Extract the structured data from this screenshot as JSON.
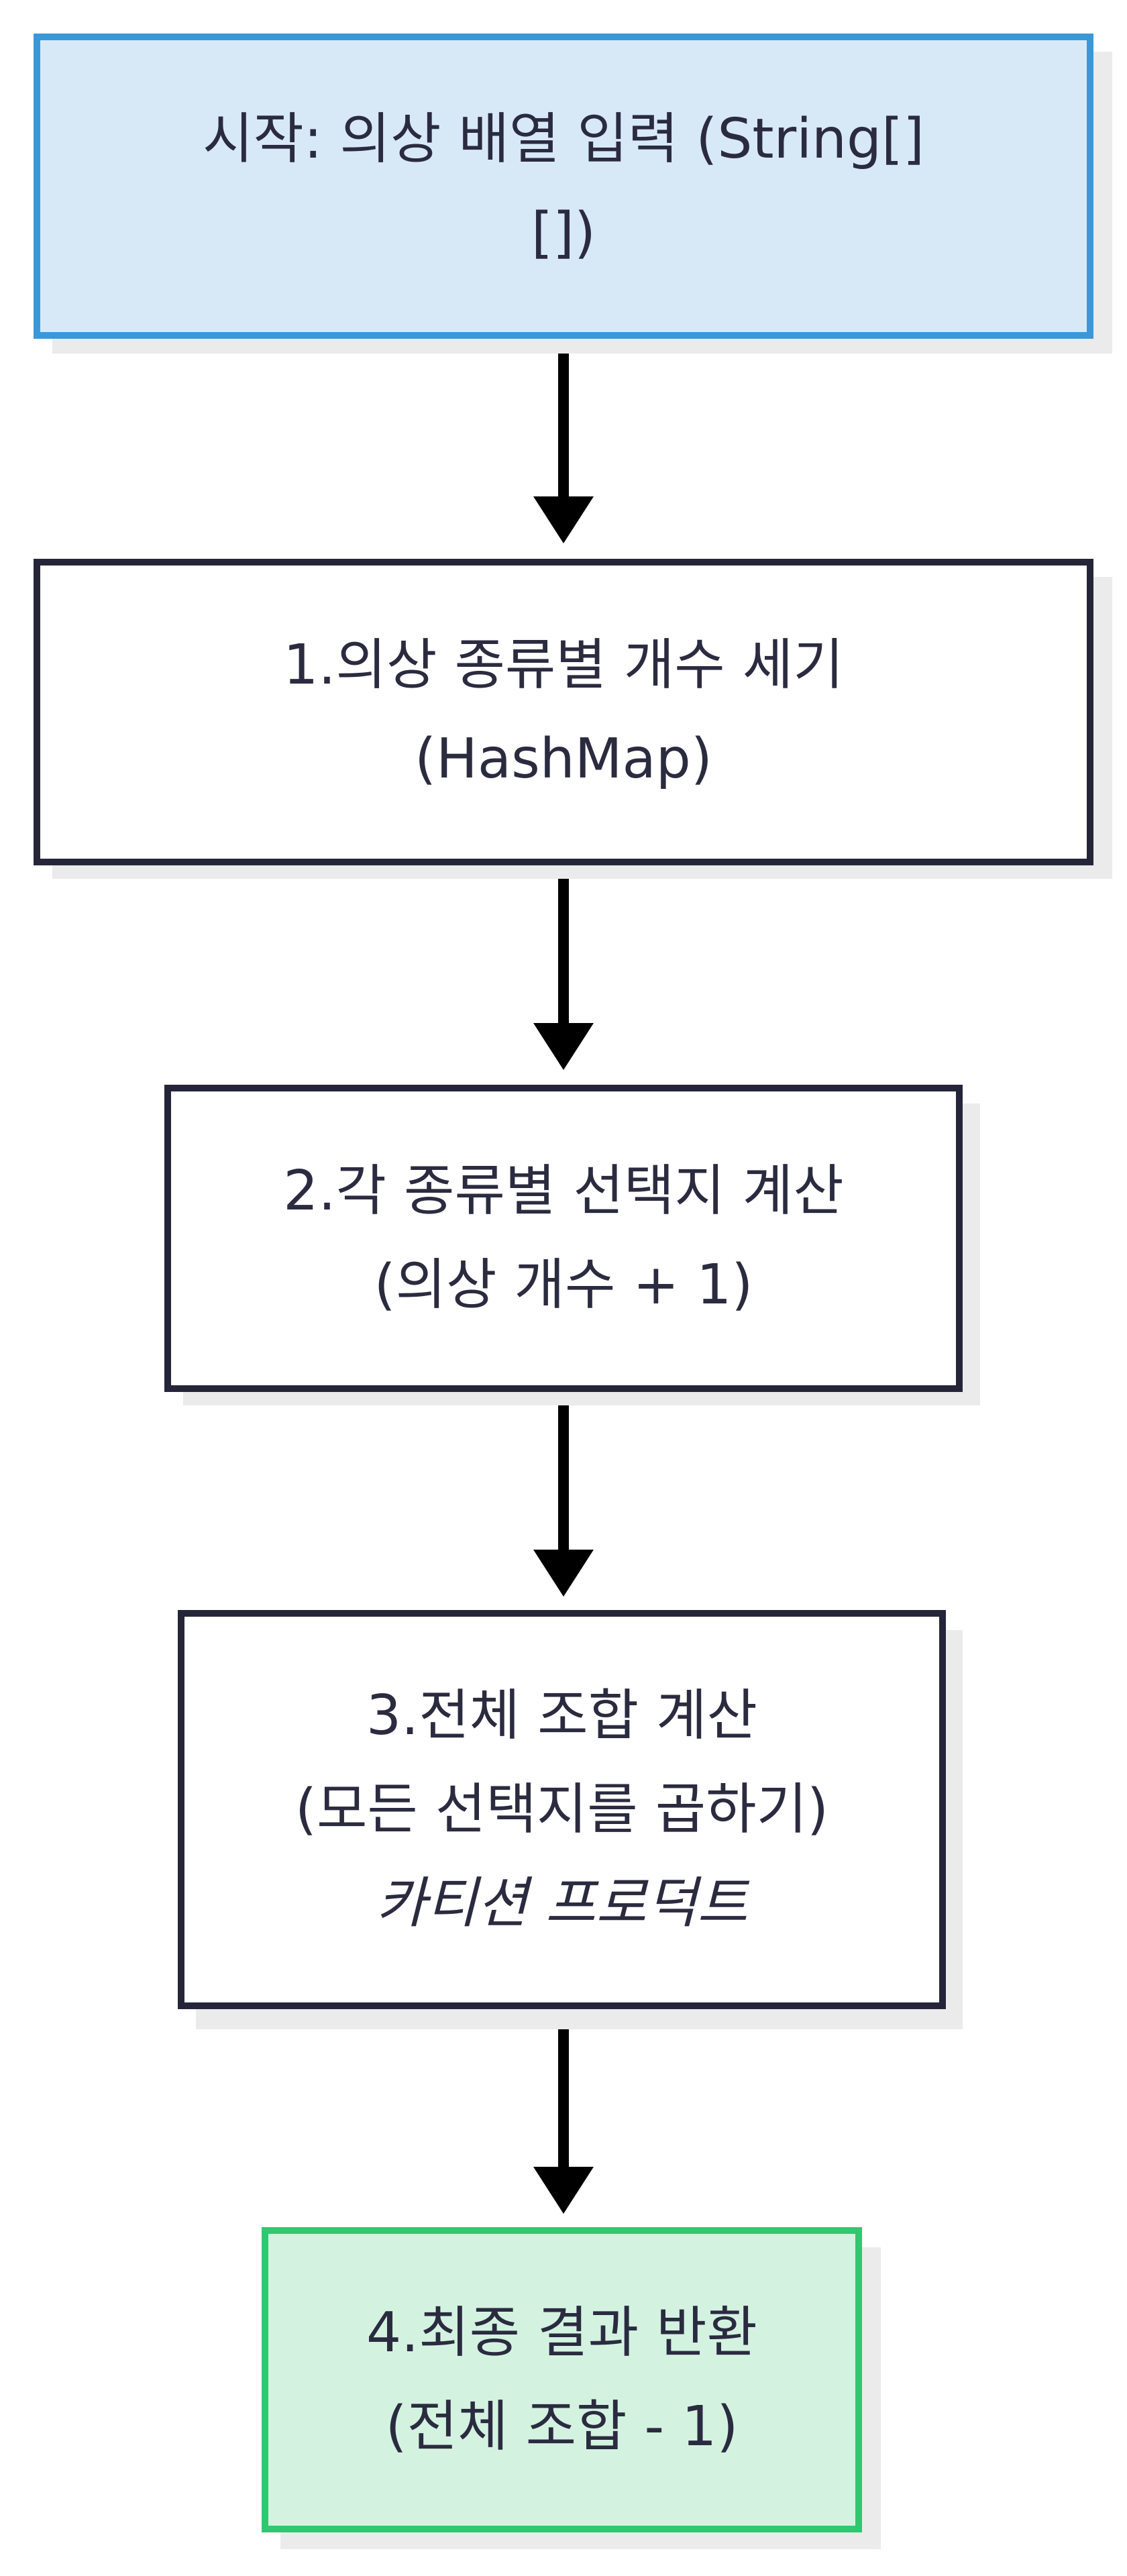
{
  "nodes": [
    {
      "id": "start",
      "lines": [
        "시작: 의상 배열 입력 (String[]",
        "[])"
      ]
    },
    {
      "id": "step1",
      "lines": [
        "1.의상 종류별 개수 세기",
        "(HashMap)"
      ]
    },
    {
      "id": "step2",
      "lines": [
        "2.각 종류별 선택지 계산",
        "(의상 개수 + 1)"
      ]
    },
    {
      "id": "step3",
      "lines": [
        "3.전체 조합 계산",
        "(모든 선택지를 곱하기)"
      ],
      "italic_line": "카티션 프로덕트"
    },
    {
      "id": "step4",
      "lines": [
        "4.최종 결과 반환",
        "(전체 조합 - 1)"
      ]
    }
  ],
  "colors": {
    "start_fill": "#d7e9f7",
    "start_border": "#3a98d8",
    "end_fill": "#d3f3e0",
    "end_border": "#2fc870",
    "default_border": "#25253a",
    "arrow": "#000000"
  }
}
